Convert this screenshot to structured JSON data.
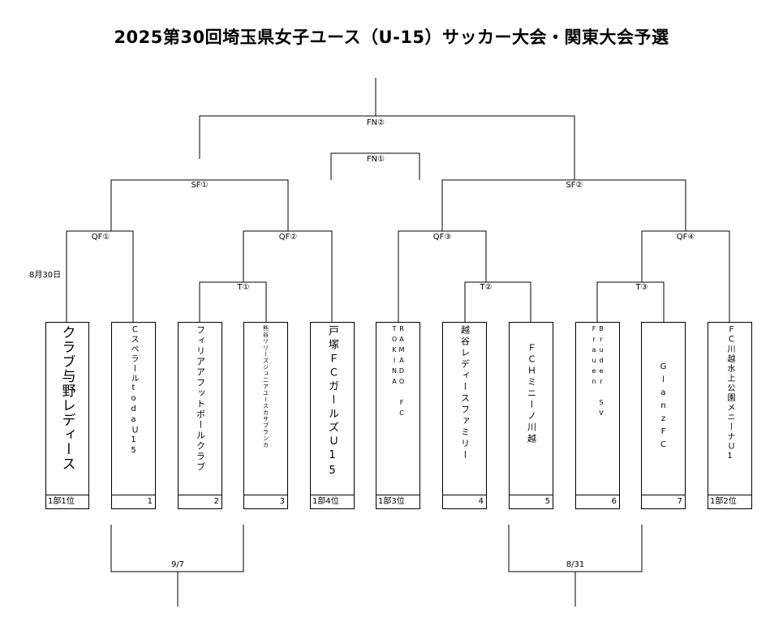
{
  "title": "2025第30回埼玉県女子ユース（U-15）サッカー大会・関東大会予選",
  "round_labels": {
    "fn2": "FN②",
    "fn1": "FN①",
    "sf1": "SF①",
    "sf2": "SF②",
    "qf1": "QF①",
    "qf2": "QF②",
    "qf3": "QF③",
    "qf4": "QF④",
    "t1": "T①",
    "t2": "T②",
    "t3": "T③"
  },
  "date_note": "8月30日",
  "bottom_dates": {
    "left": "9/7",
    "right": "8/31"
  },
  "teams": [
    {
      "name": "クラブ与野レディース",
      "seed": "1部1位"
    },
    {
      "name": "ＣスペラールtodaＵ15",
      "seed": "1"
    },
    {
      "name": "フィリアアフットボールクラブ",
      "seed": "2"
    },
    {
      "name": "熊谷リリーズジュニアユースカサブランカ",
      "seed": "3"
    },
    {
      "name": "戸塚ＦＣガールズＵ15",
      "seed": "1部4位"
    },
    {
      "name": "RAMADO FC TOKINA",
      "seed": "1部3位"
    },
    {
      "name": "越谷レディースファミリー",
      "seed": "4"
    },
    {
      "name": "ＦＣＨミニーノ川越",
      "seed": "5"
    },
    {
      "name": "Bruder SV Frauen",
      "seed": "6"
    },
    {
      "name": "GlanzFC",
      "seed": "7"
    },
    {
      "name": "ＦＣ川越水上公園メニーナＵ1",
      "seed": "1部2位"
    }
  ]
}
